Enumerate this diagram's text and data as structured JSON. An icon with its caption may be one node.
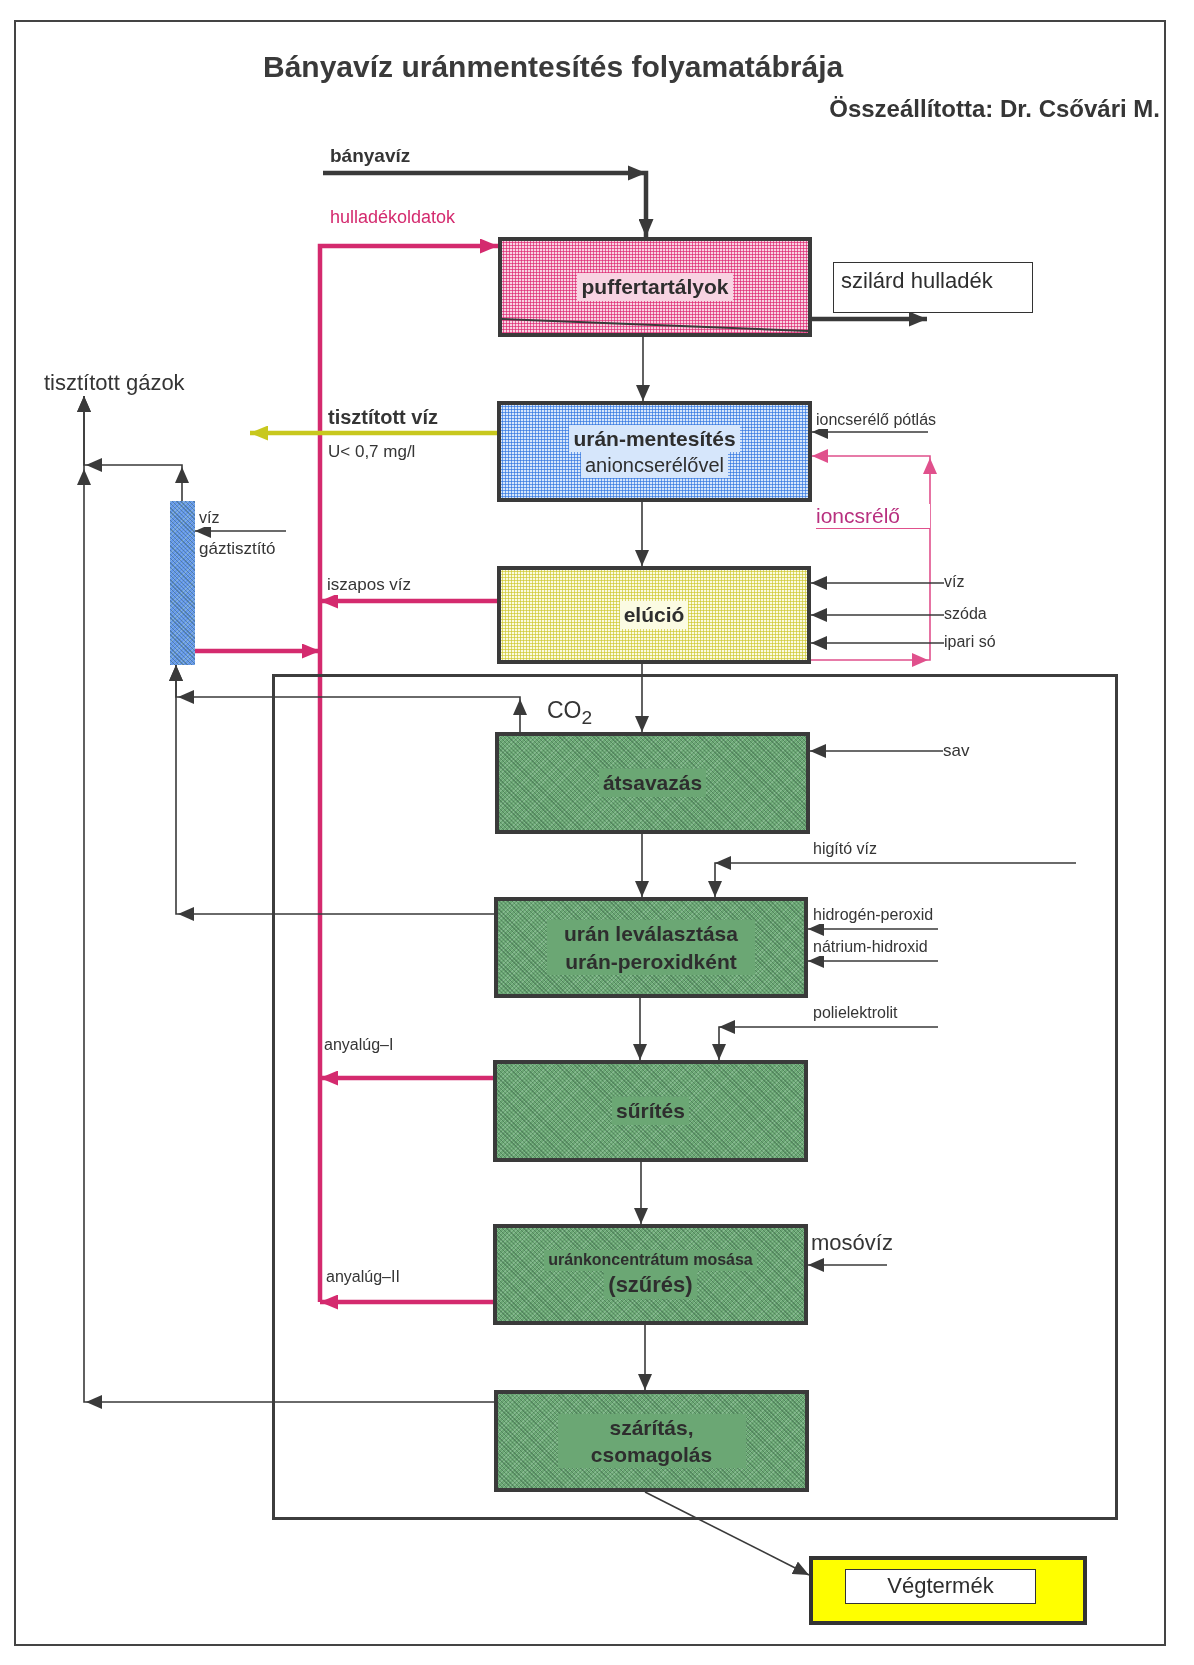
{
  "diagram": {
    "title": "Bányavíz uránmentesítés folyamatábrája",
    "nodes": [
      {
        "text": [
          "puffertartályok"
        ]
      },
      {
        "text": [
          "szilárd hulladék"
        ]
      },
      {
        "text": [
          "tisztított gázok"
        ]
      },
      {
        "text": [
          "urán-mentesítés",
          "anioncserélővel"
        ]
      },
      {
        "text": [],
        "shape": "bar",
        "beside": [
          "gáztisztító"
        ]
      },
      {
        "text": [
          "elúció"
        ]
      },
      {
        "text": [
          "víz"
        ]
      },
      {
        "text": [
          "szóda"
        ]
      },
      {
        "text": [
          "ipari só"
        ]
      },
      {
        "text": [],
        "shape": "box"
      },
      {
        "text": [
          "átsavazás"
        ],
        "in": 9
      },
      {
        "text": [
          "sav"
        ],
        "in": 9
      },
      {
        "text": [
          "urán leválasztása urán-peroxidként"
        ],
        "in": 9
      },
      {
        "text": [
          "sűrítés"
        ],
        "in": 9
      },
      {
        "text": [
          "uránkoncentrátum mosása",
          "(szűrés)"
        ],
        "in": 9
      },
      {
        "text": [
          "szárítás, csomagolás"
        ],
        "in": 9
      },
      {
        "text": [],
        "shape": "box"
      },
      {
        "text": [
          "Végtermék"
        ],
        "in": 16
      }
    ],
    "edges": [
      {
        "from": null,
        "to": 0,
        "arrow": "to",
        "label": "bányavíz",
        "style": "thick"
      },
      {
        "from": 0,
        "to": 1,
        "arrow": "to",
        "style": "thick"
      },
      {
        "from": 0,
        "to": 3,
        "arrow": "to"
      },
      {
        "from": 3,
        "to": null,
        "arrow": "to",
        "label": "tisztított víz",
        "style": "thick",
        "color": "#c8c81e"
      },
      {
        "from": null,
        "to": 3,
        "arrow": "to",
        "label": "ioncserélő pótlás"
      },
      {
        "from": 5,
        "to": 3,
        "arrow": "to",
        "label": "ioncsrélő",
        "color": "#e0508c"
      },
      {
        "from": 3,
        "to": 5,
        "arrow": "to"
      },
      {
        "from": null,
        "to": 4,
        "arrow": "to",
        "label": "víz"
      },
      {
        "from": 4,
        "to": 2,
        "arrow": "to"
      },
      {
        "from": 4,
        "to": 0,
        "arrow": "to",
        "style": "thick",
        "color": "#d42a6e"
      },
      {
        "from": 5,
        "to": 0,
        "arrow": "to",
        "label": "iszapos víz",
        "style": "thick",
        "color": "#d42a6e"
      },
      {
        "from": 6,
        "to": 5,
        "arrow": "to"
      },
      {
        "from": 7,
        "to": 5,
        "arrow": "to"
      },
      {
        "from": 8,
        "to": 5,
        "arrow": "to"
      },
      {
        "from": 5,
        "to": 10,
        "arrow": "to"
      },
      {
        "from": 10,
        "to": 4,
        "arrow": "to",
        "label": "CO$_{2}$"
      },
      {
        "from": 12,
        "to": 4,
        "arrow": "to"
      },
      {
        "from": 11,
        "to": 10,
        "arrow": "to"
      },
      {
        "from": 10,
        "to": 12,
        "arrow": "to"
      },
      {
        "from": null,
        "to": 12,
        "arrow": "to",
        "label": "higító víz"
      },
      {
        "from": null,
        "to": 12,
        "arrow": "to",
        "label": "hidrogén-peroxid"
      },
      {
        "from": null,
        "to": 12,
        "arrow": "to",
        "label": "nátrium-hidroxid"
      },
      {
        "from": 12,
        "to": 13,
        "arrow": "to"
      },
      {
        "from": null,
        "to": 13,
        "arrow": "to",
        "label": "polielektrolit"
      },
      {
        "from": 13,
        "to": 0,
        "arrow": "to",
        "label": "anyalúg–I",
        "style": "thick",
        "color": "#d42a6e"
      },
      {
        "from": 13,
        "to": 14,
        "arrow": "to"
      },
      {
        "from": null,
        "to": 14,
        "arrow": "to",
        "label": "mosóvíz"
      },
      {
        "from": 14,
        "to": 0,
        "arrow": "to",
        "label": "anyalúg–II",
        "style": "thick",
        "color": "#d42a6e"
      },
      {
        "from": 14,
        "to": 15,
        "arrow": "to"
      },
      {
        "from": 15,
        "to": 2,
        "arrow": "to"
      },
      {
        "from": 15,
        "to": 16,
        "arrow": "to"
      }
    ],
    "labels": [
      "Összeállította: Dr. Csővári M.",
      "hulladékoldatok",
      "U< 0,7 mg/l"
    ]
  }
}
